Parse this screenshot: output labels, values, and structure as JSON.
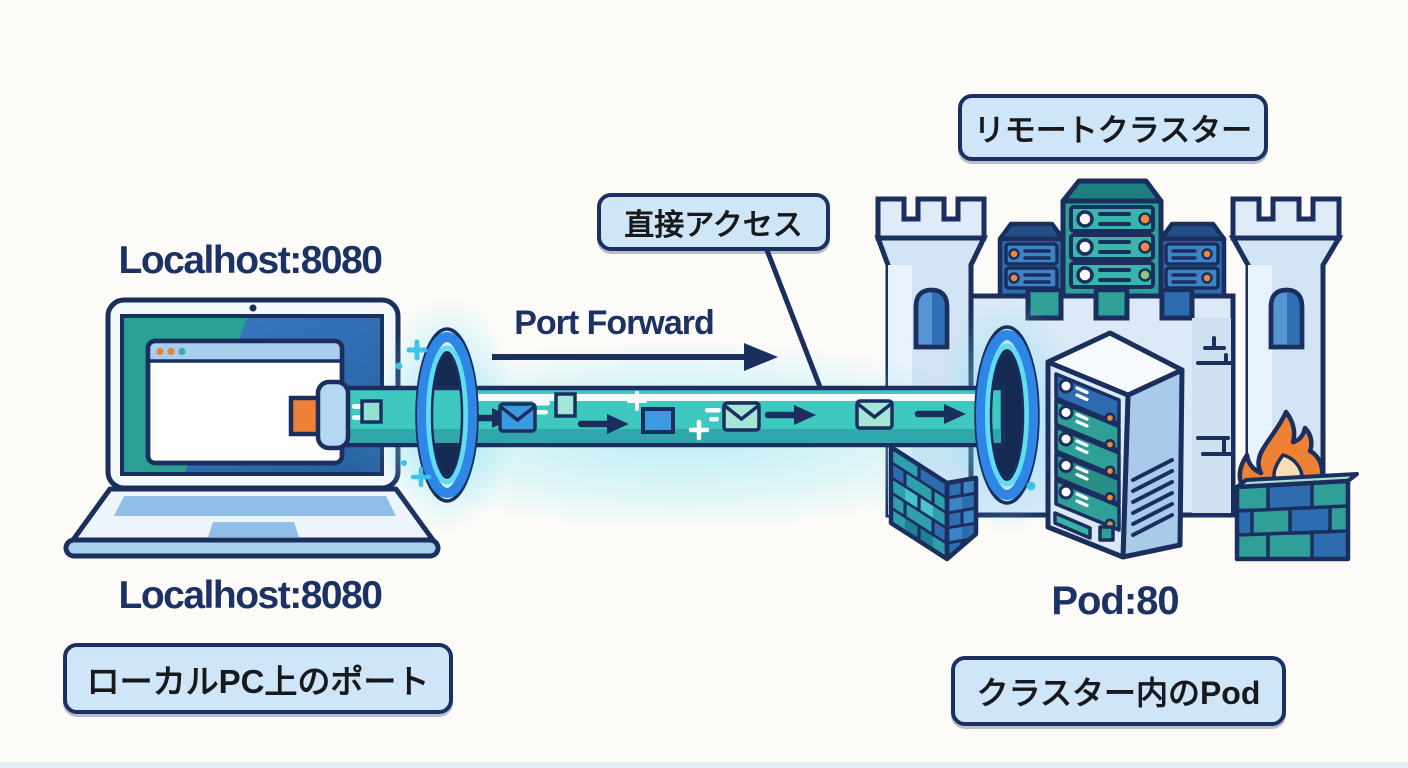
{
  "page": {
    "background_color": "#fcfbf8"
  },
  "nodes": {
    "local_pc": {
      "port_label_top": "Localhost:8080",
      "port_label_bottom": "Localhost:8080",
      "caption": "ローカルPC上のポート"
    },
    "remote_cluster": {
      "name_label": "リモートクラスター",
      "pod_port_label": "Pod:80",
      "caption": "クラスター内のPod"
    },
    "connection": {
      "tunnel_label": "Port Forward",
      "callout_label": "直接アクセス"
    }
  },
  "colors": {
    "outline_navy": "#1b2f5e",
    "text_navy": "#1d3264",
    "label_box_bg": "#cfe6f8",
    "label_box_border": "#1b3060",
    "tube_teal": "#3fc8bf",
    "tube_teal_dark": "#2fa7ab",
    "portal_blue": "#2e86e6",
    "portal_cyan": "#62dcf2",
    "accent_orange": "#ee8133",
    "castle_light_blue": "#dce9f6",
    "server_teal": "#2f9f97",
    "server_blue": "#2e6cb0",
    "packet_blue": "#3b9ae0",
    "packet_mint": "#a5e6d8",
    "screen_teal": "#2aa094",
    "screen_blue": "#2e6fb7"
  },
  "icons": [
    "laptop-icon",
    "browser-window-icon",
    "port-connector-icon",
    "tunnel-tube-icon",
    "portal-ring-icon",
    "envelope-icon",
    "packet-square-icon",
    "flow-arrow-icon",
    "sparkle-icon",
    "castle-icon",
    "tower-icon",
    "server-rack-icon",
    "pod-server-icon",
    "brick-firewall-icon",
    "flame-icon",
    "port-forward-arrow-icon",
    "callout-pointer-icon"
  ]
}
